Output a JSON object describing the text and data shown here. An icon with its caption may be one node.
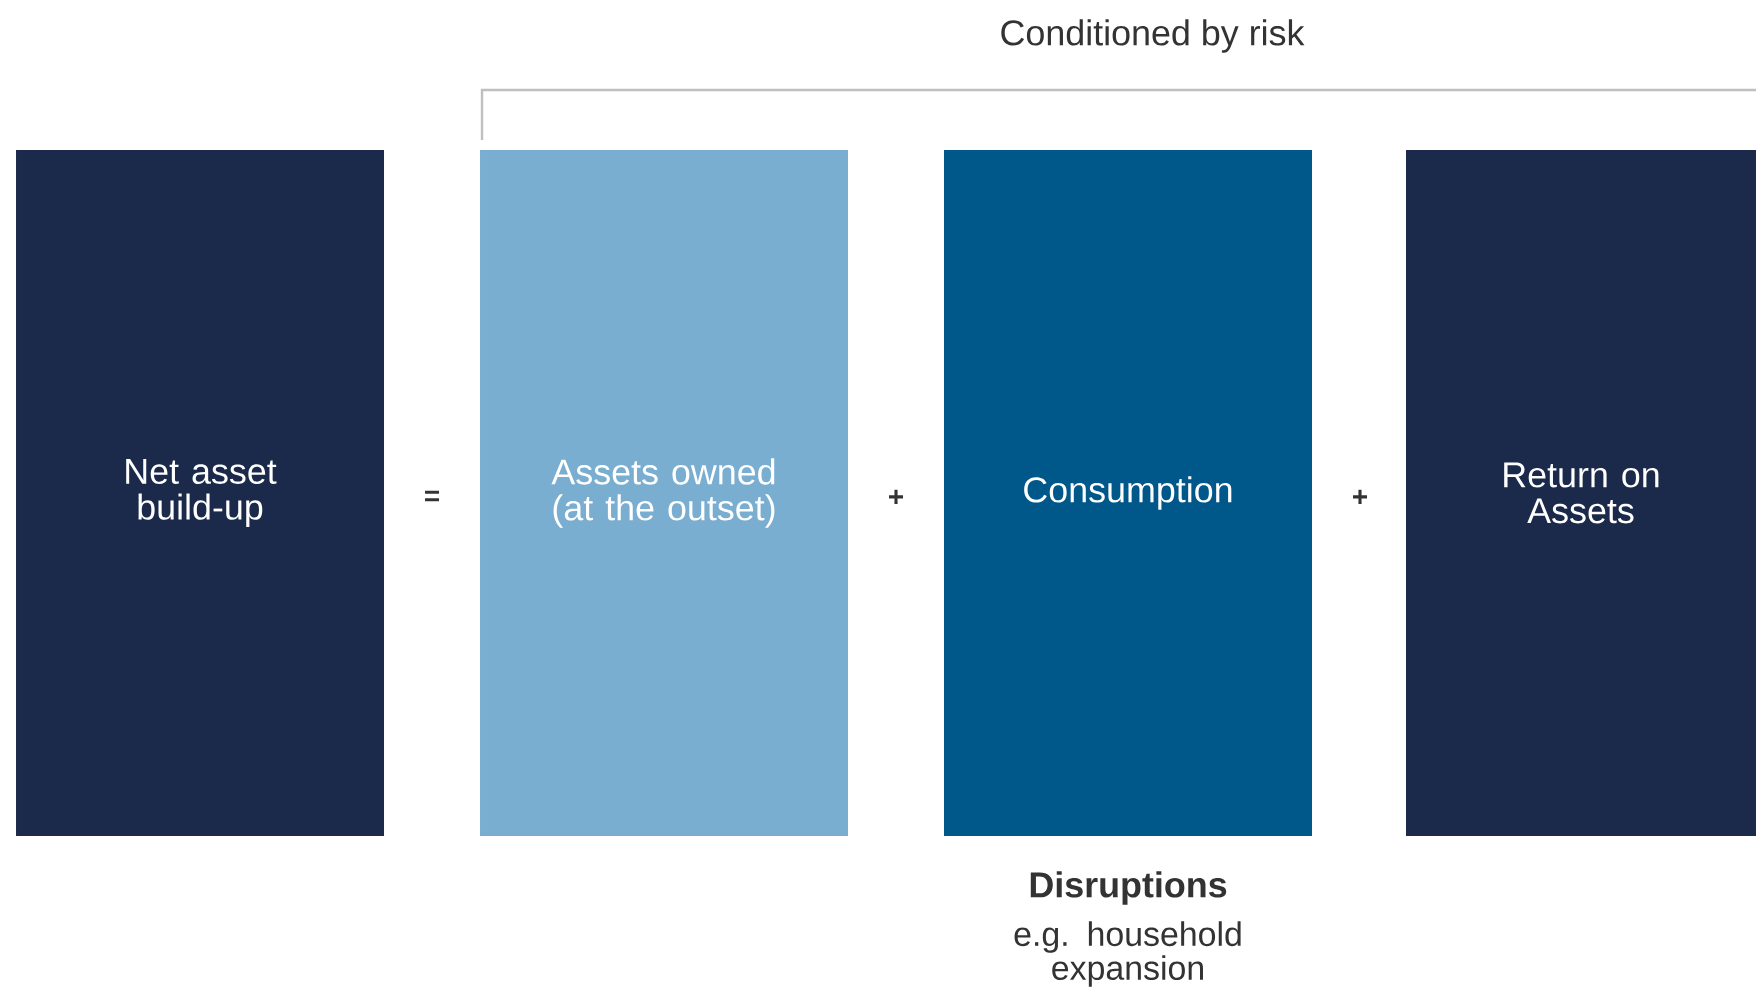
{
  "diagram": {
    "nodes": [
      {
        "text": [
          "Net asset build-up"
        ]
      },
      {
        "text": [
          "Assets owned (at the outset)"
        ]
      },
      {
        "text": [
          "Consumption"
        ],
        "beside": [
          "Disruptions",
          "e.g. household expansion"
        ]
      },
      {
        "text": [
          "Return on Assets"
        ]
      }
    ],
    "edges": [],
    "labels": [
      "Conditioned by risk",
      "=",
      "+",
      "+"
    ]
  }
}
